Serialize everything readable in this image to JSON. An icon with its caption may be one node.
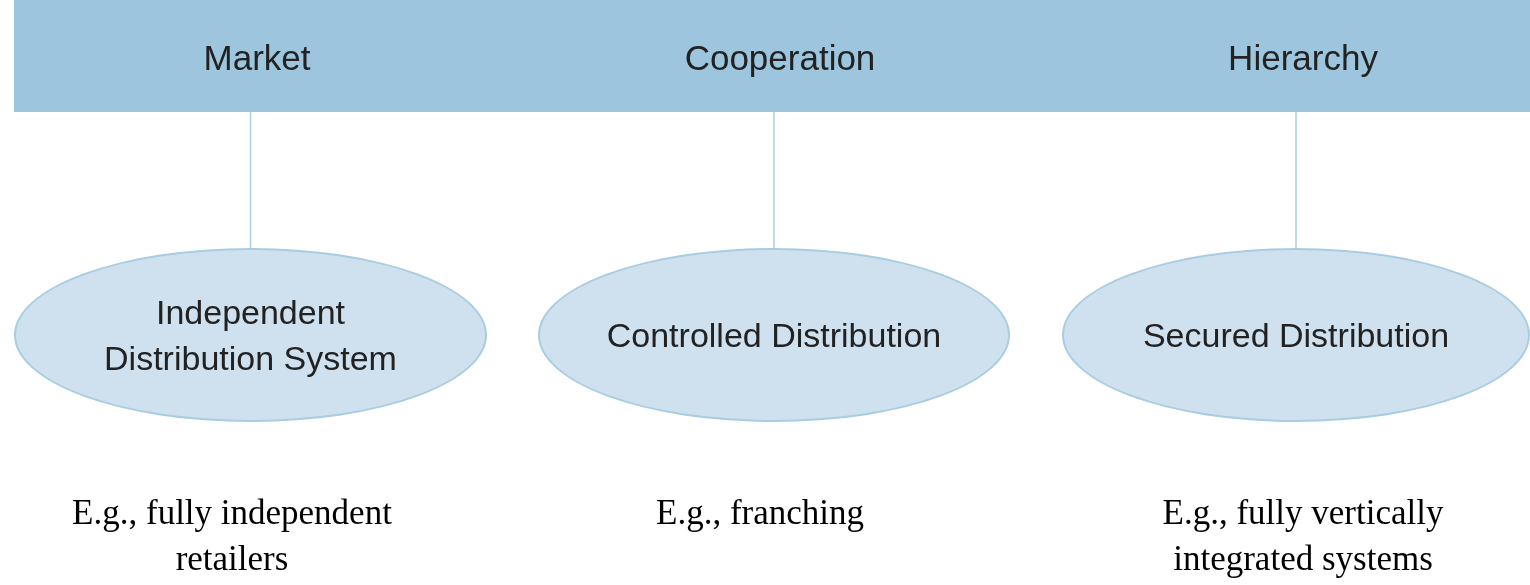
{
  "diagram": {
    "nodes": [
      {
        "text": [
          "Market",
          "Cooperation",
          "Hierarchy"
        ]
      },
      {
        "text": [
          "Independent Distribution System"
        ],
        "beside": [
          "E.g., fully independent retailers"
        ]
      },
      {
        "text": [
          "Controlled Distribution"
        ],
        "beside": [
          "E.g., franching"
        ]
      },
      {
        "text": [
          "Secured Distribution"
        ],
        "beside": [
          "E.g., fully vertically integrated systems"
        ]
      }
    ],
    "edges": [
      {
        "from": 0,
        "to": 1,
        "arrow": "none"
      },
      {
        "from": 0,
        "to": 2,
        "arrow": "none"
      },
      {
        "from": 0,
        "to": 3,
        "arrow": "none"
      }
    ]
  }
}
